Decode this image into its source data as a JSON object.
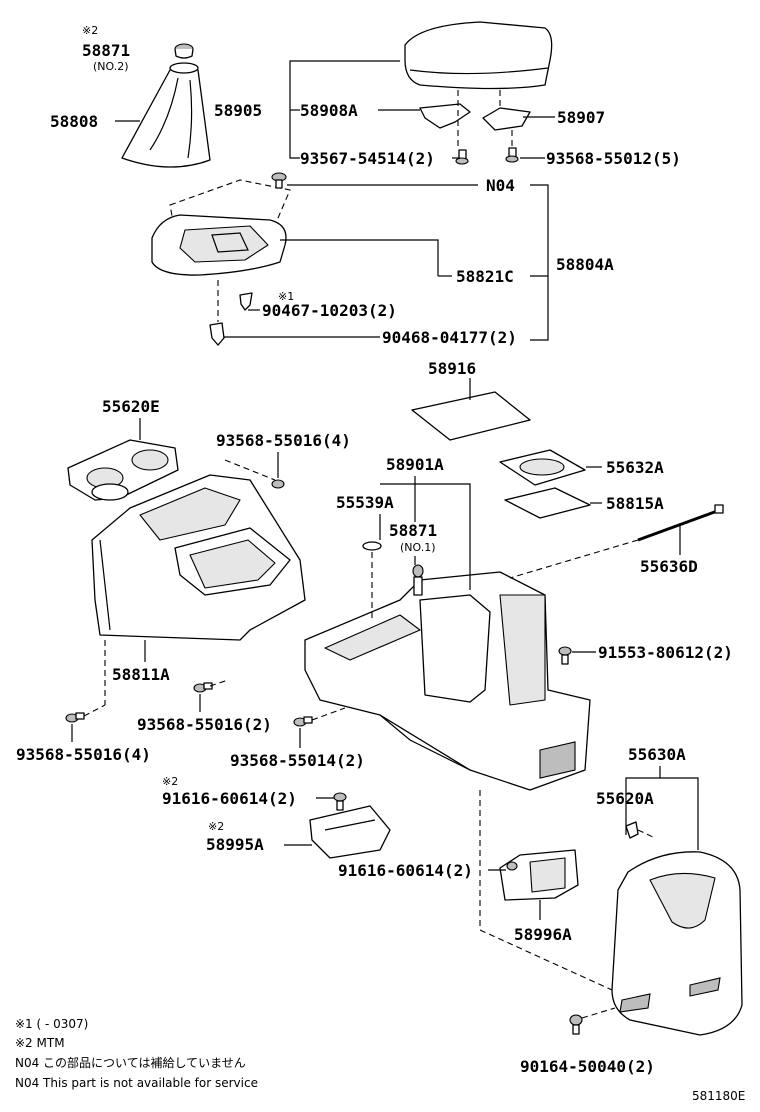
{
  "labels": {
    "p58871_mark": "※2",
    "p58871": "58871",
    "p58871_sub": "(NO.2)",
    "p58808": "58808",
    "p58905": "58905",
    "p58908a": "58908A",
    "p58907": "58907",
    "p93567": "93567-54514(2)",
    "p93568_55012": "93568-55012(5)",
    "pN04": "N04",
    "p58821c": "58821C",
    "p58804a": "58804A",
    "p90467_mark": "※1",
    "p90467": "90467-10203(2)",
    "p90468": "90468-04177(2)",
    "p58916": "58916",
    "p55620e": "55620E",
    "p93568_55016_top": "93568-55016(4)",
    "p58901a": "58901A",
    "p55632a": "55632A",
    "p55539a": "55539A",
    "p58871_no1": "58871",
    "p58871_no1_sub": "(NO.1)",
    "p58815a": "58815A",
    "p55636d": "55636D",
    "p91553": "91553-80612(2)",
    "p58811a": "58811A",
    "p93568_55016_mid": "93568-55016(2)",
    "p93568_55016_low": "93568-55016(4)",
    "p93568_55014": "93568-55014(2)",
    "p55630a": "55630A",
    "p55620a": "55620A",
    "p91616_mark": "※2",
    "p91616_a": "91616-60614(2)",
    "p58995a_mark": "※2",
    "p58995a": "58995A",
    "p91616_b": "91616-60614(2)",
    "p58996a": "58996A",
    "p90164": "90164-50040(2)"
  },
  "notes": {
    "n1": "※1 (      - 0307)",
    "n2": "※2 MTM",
    "n3": "N04 この部品については補給していません",
    "n4": "N04 This part is not available for service",
    "diagram_id": "581180E"
  }
}
